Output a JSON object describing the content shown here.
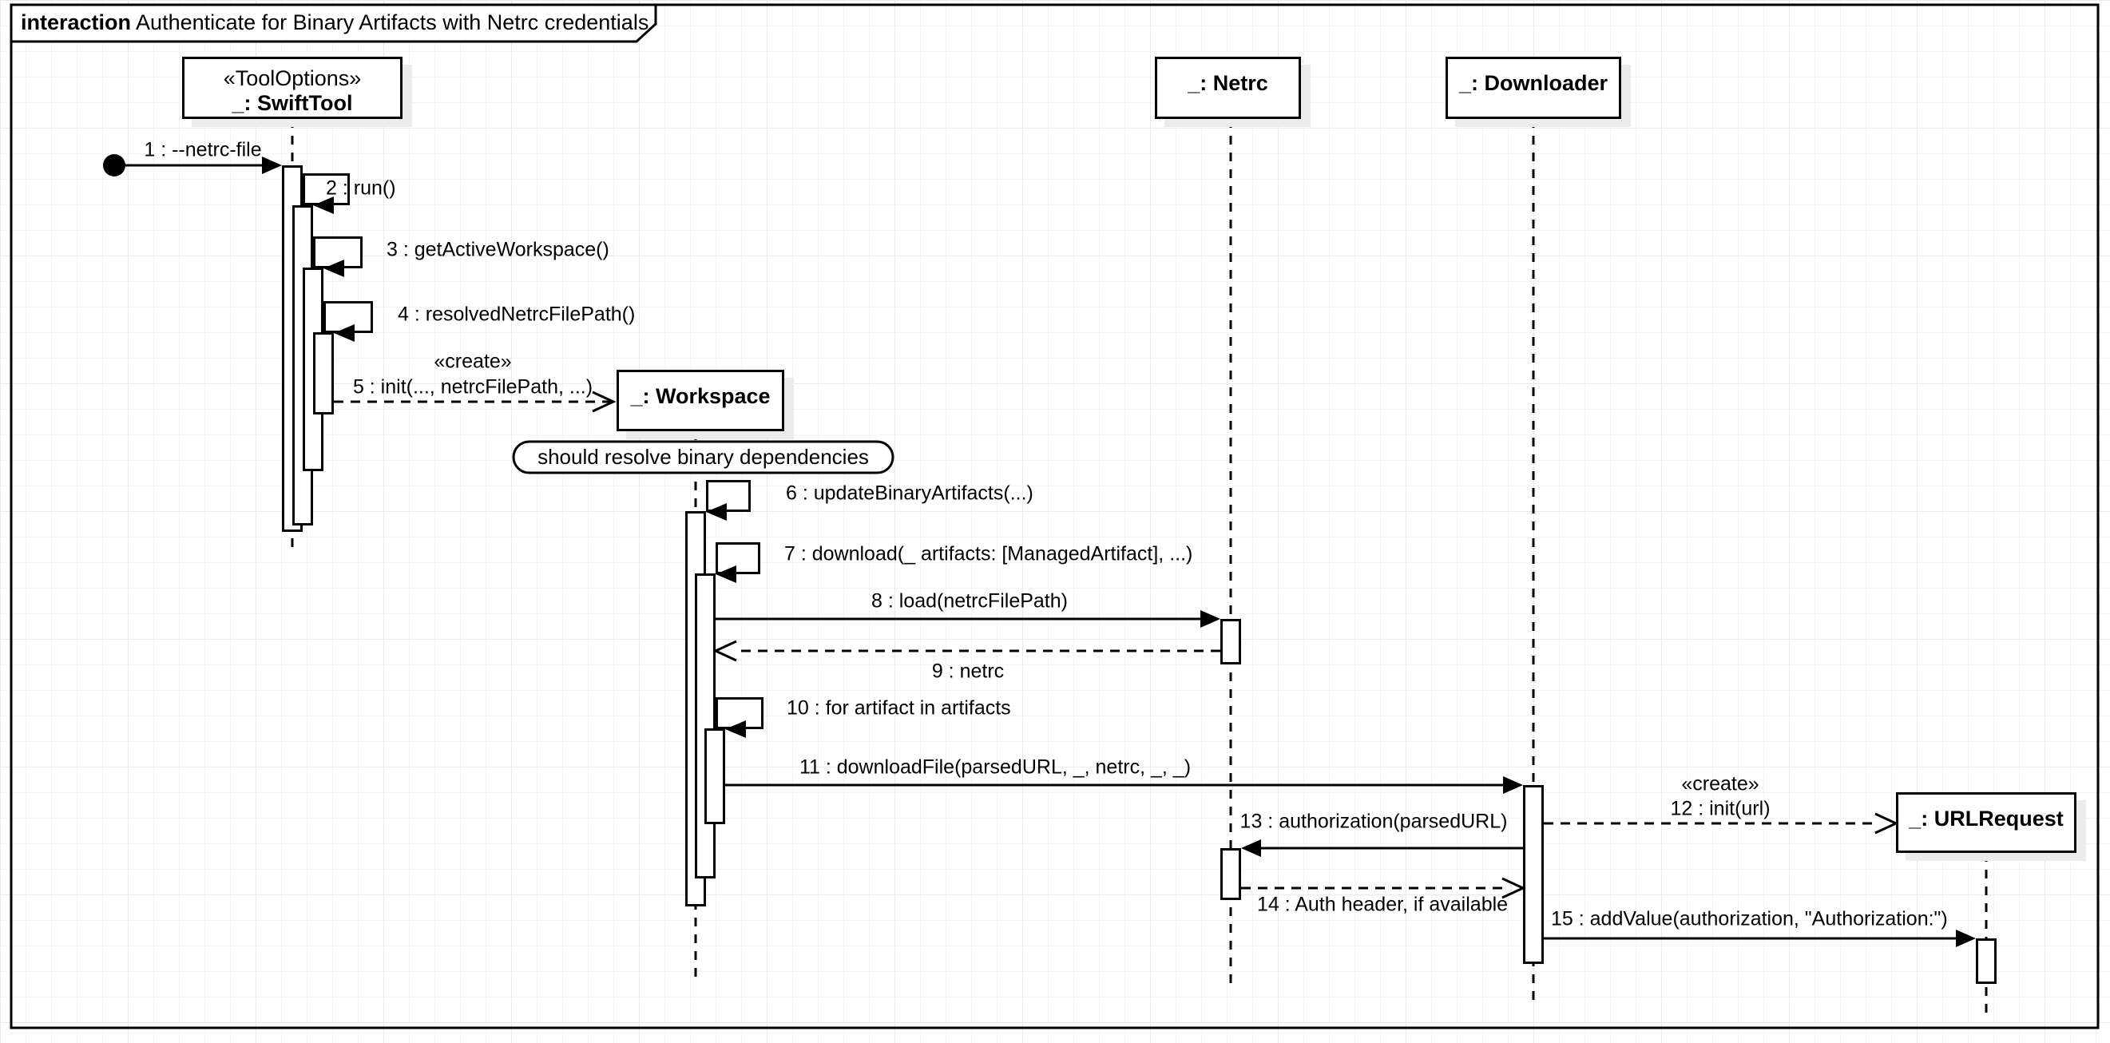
{
  "frame": {
    "title_keyword": "interaction",
    "title_text": "Authenticate for Binary Artifacts with Netrc credentials"
  },
  "participants": {
    "swifttool": {
      "stereotype": "«ToolOptions»",
      "name": "_: SwiftTool"
    },
    "netrc": {
      "name": "_: Netrc"
    },
    "downloader": {
      "name": "_: Downloader"
    },
    "workspace": {
      "name": "_: Workspace"
    },
    "urlrequest": {
      "name": "_: URLRequest"
    }
  },
  "note": {
    "text": "should resolve binary dependencies"
  },
  "messages": {
    "m1": "1 : --netrc-file",
    "m2": "2 : run()",
    "m3": "3 : getActiveWorkspace()",
    "m4": "4 : resolvedNetrcFilePath()",
    "m5_stereotype": "«create»",
    "m5": "5 : init(..., netrcFilePath, ...)",
    "m6": "6 : updateBinaryArtifacts(...)",
    "m7": "7 : download(_ artifacts: [ManagedArtifact], ...)",
    "m8": "8 : load(netrcFilePath)",
    "m9": "9 : netrc",
    "m10": "10 : for artifact in artifacts",
    "m11": "11 : downloadFile(parsedURL, _, netrc, _, _)",
    "m12_stereotype": "«create»",
    "m12": "12 : init(url)",
    "m13": "13 : authorization(parsedURL)",
    "m14": "14 : Auth header, if available",
    "m15": "15 : addValue(authorization, \"Authorization:\")"
  },
  "colors": {
    "line": "#000000",
    "fill": "#ffffff",
    "shadow": "#ececec",
    "grid_minor": "#f5f5f5",
    "grid_major": "#e9e9e9"
  }
}
